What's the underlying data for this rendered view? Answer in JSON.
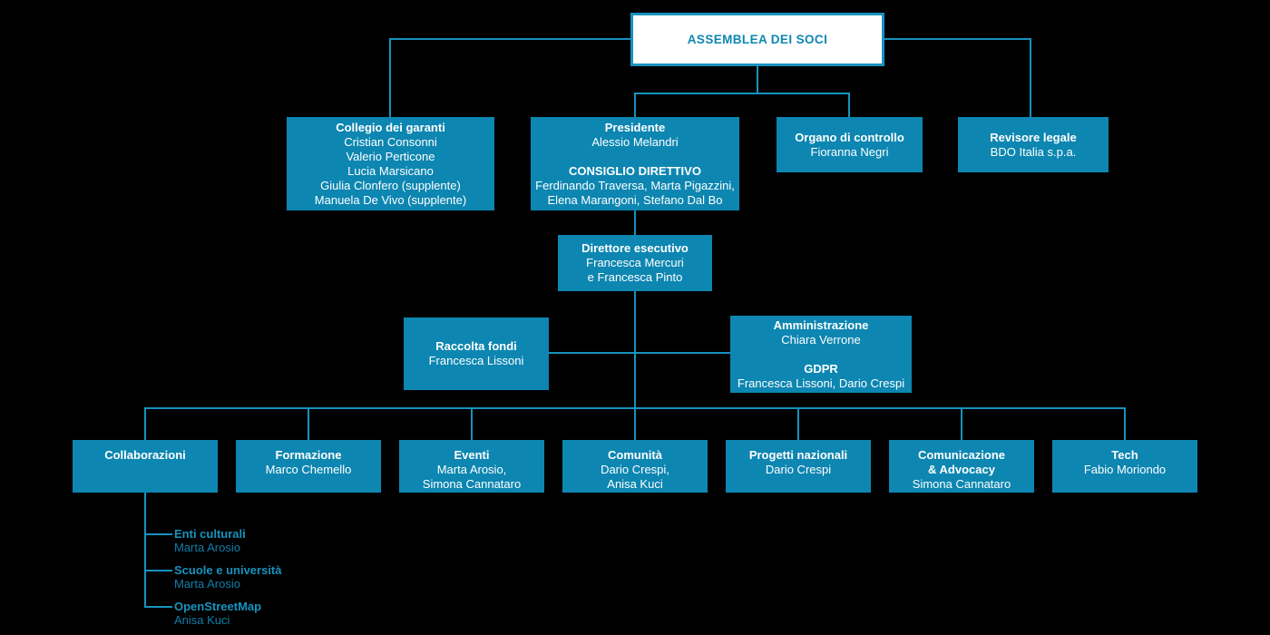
{
  "org": {
    "assemblea": {
      "title": "ASSEMBLEA DEI SOCI"
    },
    "collegio": {
      "title": "Collegio dei garanti",
      "lines": [
        "Cristian Consonni",
        "Valerio Perticone",
        "Lucia Marsicano",
        "Giulia Clonfero (supplente)",
        "Manuela De Vivo (supplente)"
      ]
    },
    "presidente": {
      "title": "Presidente",
      "lines": [
        "Alessio Melandri"
      ],
      "subtitle": "CONSIGLIO DIRETTIVO",
      "sublines": [
        "Ferdinando Traversa, Marta Pigazzini,",
        "Elena Marangoni, Stefano Dal Bo"
      ]
    },
    "organo": {
      "title": "Organo di controllo",
      "lines": [
        "Fioranna Negri"
      ]
    },
    "revisore": {
      "title": "Revisore legale",
      "lines": [
        "BDO Italia s.p.a."
      ]
    },
    "direttore": {
      "title": "Direttore esecutivo",
      "lines": [
        "Francesca Mercuri",
        "e Francesca Pinto"
      ]
    },
    "raccolta": {
      "title": "Raccolta fondi",
      "lines": [
        "Francesca Lissoni"
      ]
    },
    "amministrazione": {
      "title": "Amministrazione",
      "lines": [
        "Chiara Verrone"
      ],
      "subtitle": "GDPR",
      "sublines": [
        "Francesca Lissoni, Dario Crespi"
      ]
    },
    "departments": [
      {
        "title_lines": [
          "Collaborazioni"
        ],
        "lines": []
      },
      {
        "title_lines": [
          "Formazione"
        ],
        "lines": [
          "Marco Chemello"
        ]
      },
      {
        "title_lines": [
          "Eventi"
        ],
        "lines": [
          "Marta Arosio,",
          "Simona Cannataro"
        ]
      },
      {
        "title_lines": [
          "Comunità"
        ],
        "lines": [
          "Dario Crespi,",
          "Anisa Kuci"
        ]
      },
      {
        "title_lines": [
          "Progetti nazionali"
        ],
        "lines": [
          "Dario Crespi"
        ]
      },
      {
        "title_lines": [
          "Comunicazione",
          "& Advocacy"
        ],
        "lines": [
          "Simona Cannataro"
        ]
      },
      {
        "title_lines": [
          "Tech"
        ],
        "lines": [
          "Fabio Moriondo"
        ]
      }
    ],
    "collaborazioni_children": [
      {
        "title": "Enti culturali",
        "name": "Marta Arosio"
      },
      {
        "title": "Scuole e università",
        "name": "Marta Arosio"
      },
      {
        "title": "OpenStreetMap",
        "name": "Anisa Kuci"
      }
    ],
    "colors": {
      "background": "#000000",
      "box_fill": "#0d86b1",
      "line_accent": "#1792be",
      "root_box_fill": "#ffffff",
      "root_text": "#0e87b3",
      "text_on_box": "#ffffff",
      "subitem_text": "#1590ba"
    }
  }
}
